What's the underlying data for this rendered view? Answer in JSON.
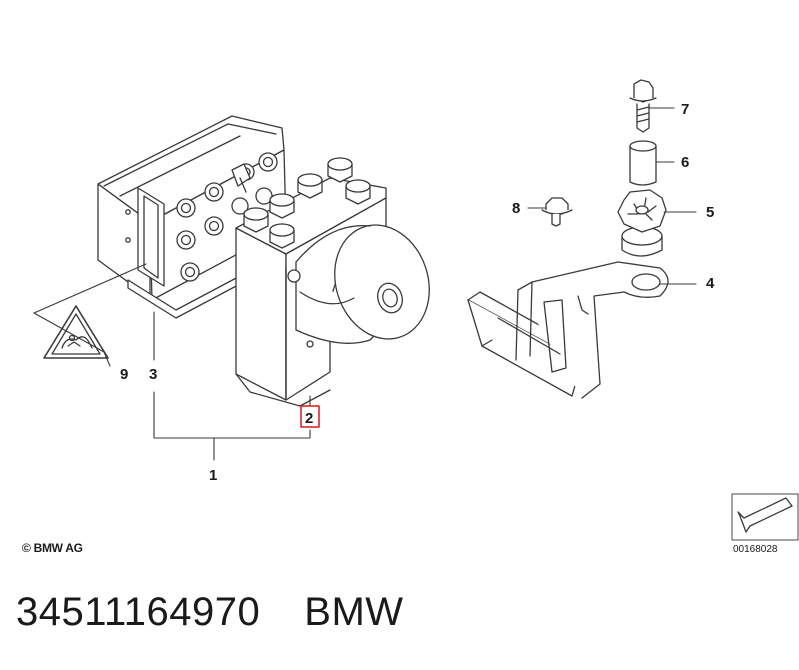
{
  "callouts": {
    "c1": "1",
    "c2": "2",
    "c3": "3",
    "c4": "4",
    "c5": "5",
    "c6": "6",
    "c7": "7",
    "c8": "8",
    "c9": "9"
  },
  "highlighted_callout": "2",
  "highlight_color": "#e0141e",
  "copyright": "© BMW AG",
  "document_code": "00168028",
  "part_number": "34511164970",
  "brand": "BMW"
}
